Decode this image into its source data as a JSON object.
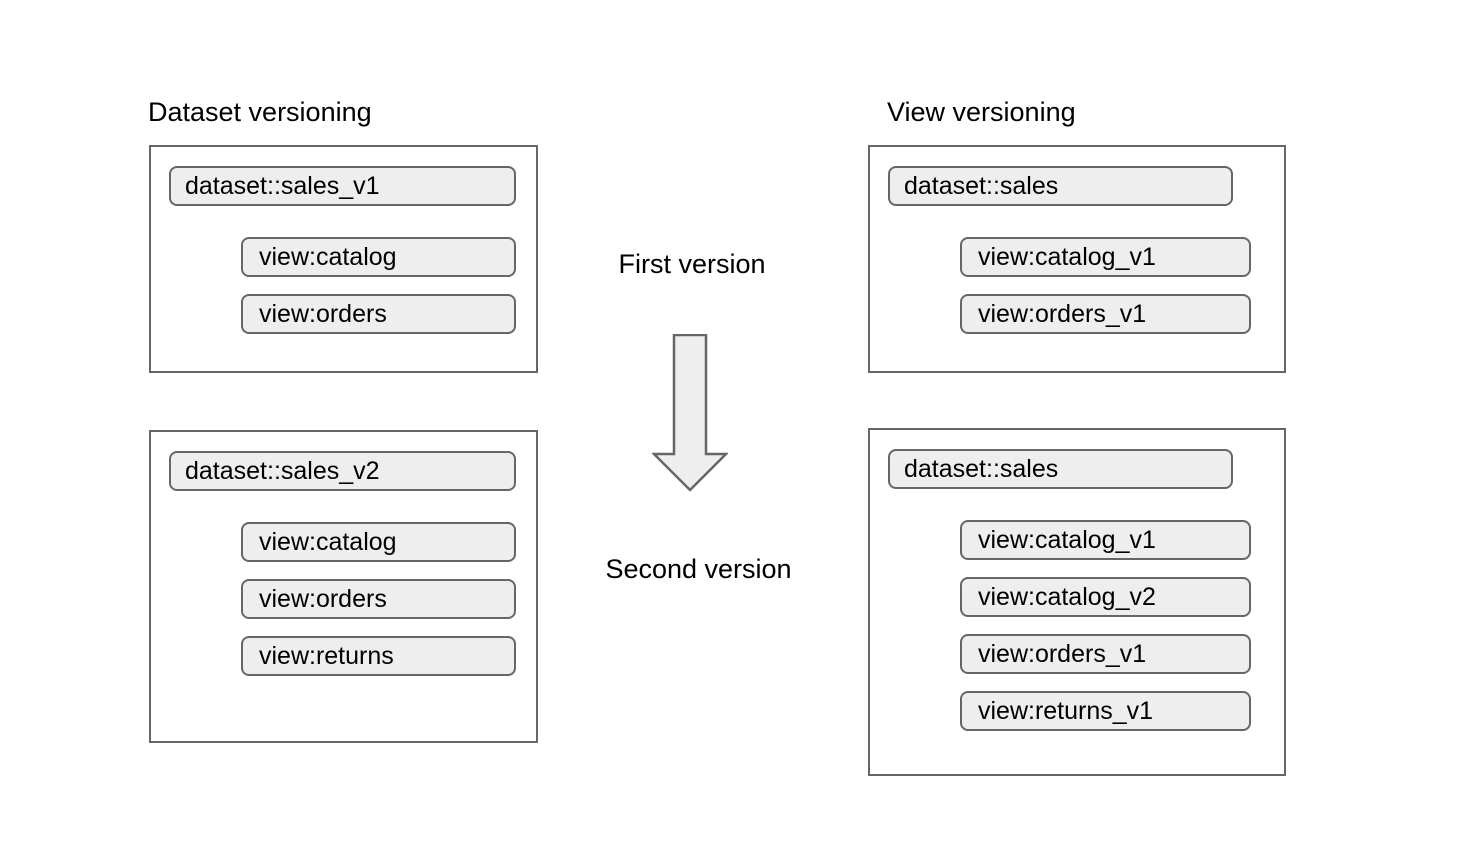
{
  "diagram": {
    "title_left": "Dataset versioning",
    "title_right": "View versioning",
    "center_labels": {
      "first": "First version",
      "second": "Second version"
    },
    "arrow": {
      "name": "down-arrow",
      "direction": "down",
      "fill": "#eeeeee",
      "stroke": "#666666"
    },
    "colors": {
      "pill_fill": "#eeeeee",
      "pill_border": "#666666",
      "box_border": "#666666",
      "background": "#ffffff",
      "text": "#000000"
    },
    "columns": [
      {
        "name": "dataset-versioning",
        "heading": "Dataset versioning",
        "groups": [
          {
            "name": "dataset-versioning-v1",
            "version_label": "First version",
            "dataset": "dataset::sales_v1",
            "views": [
              "view:catalog",
              "view:orders"
            ]
          },
          {
            "name": "dataset-versioning-v2",
            "version_label": "Second version",
            "dataset": "dataset::sales_v2",
            "views": [
              "view:catalog",
              "view:orders",
              "view:returns"
            ]
          }
        ]
      },
      {
        "name": "view-versioning",
        "heading": "View versioning",
        "groups": [
          {
            "name": "view-versioning-v1",
            "version_label": "First version",
            "dataset": "dataset::sales",
            "views": [
              "view:catalog_v1",
              "view:orders_v1"
            ]
          },
          {
            "name": "view-versioning-v2",
            "version_label": "Second version",
            "dataset": "dataset::sales",
            "views": [
              "view:catalog_v1",
              "view:catalog_v2",
              "view:orders_v1",
              "view:returns_v1"
            ]
          }
        ]
      }
    ]
  }
}
